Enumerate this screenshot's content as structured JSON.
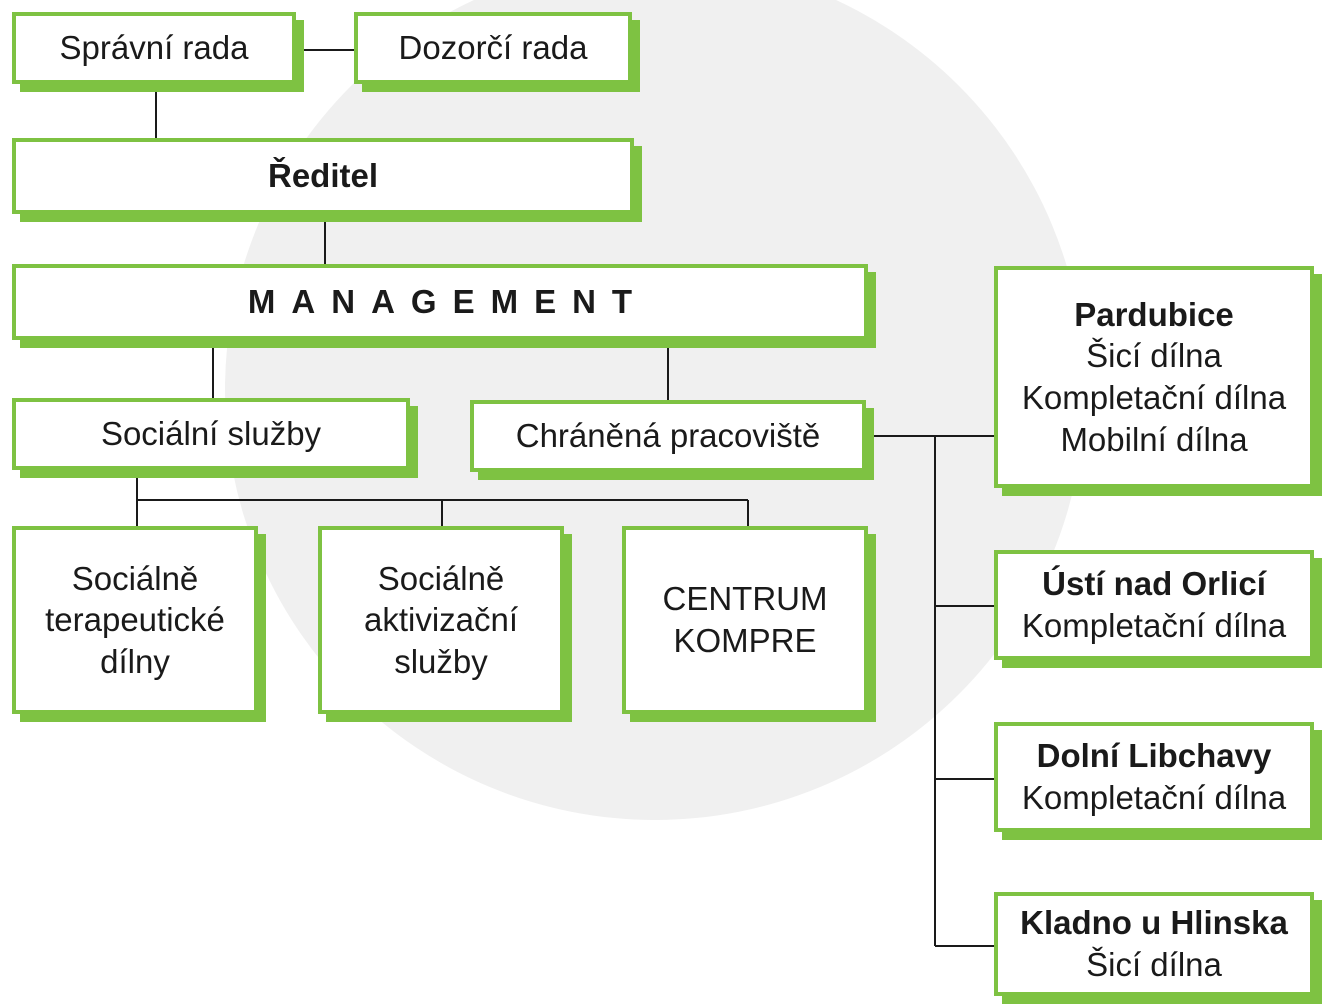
{
  "colors": {
    "border": "#7ec242",
    "line": "#1a1a1a",
    "background_circle": "#f0f0f0"
  },
  "nodes": {
    "spravni_rada": "Správní rada",
    "dozorci_rada": "Dozorčí rada",
    "reditel": "Ředitel",
    "management": "MANAGEMENT",
    "socialni_sluzby": "Sociální služby",
    "chranena_pracoviste": "Chráněná pracoviště",
    "socialne_terapeuticke": [
      "Sociálně",
      "terapeutické",
      "dílny"
    ],
    "socialne_aktivizacni": [
      "Sociálně",
      "aktivizační",
      "služby"
    ],
    "centrum_kompre": [
      "CENTRUM",
      "KOMPRE"
    ],
    "pardubice": {
      "title": "Pardubice",
      "items": [
        "Šicí dílna",
        "Kompletační dílna",
        "Mobilní dílna"
      ]
    },
    "usti": {
      "title": "Ústí nad Orlicí",
      "items": [
        "Kompletační dílna"
      ]
    },
    "dolni_libchavy": {
      "title": "Dolní Libchavy",
      "items": [
        "Kompletační dílna"
      ]
    },
    "kladno": {
      "title": "Kladno u Hlinska",
      "items": [
        "Šicí dílna"
      ]
    }
  }
}
